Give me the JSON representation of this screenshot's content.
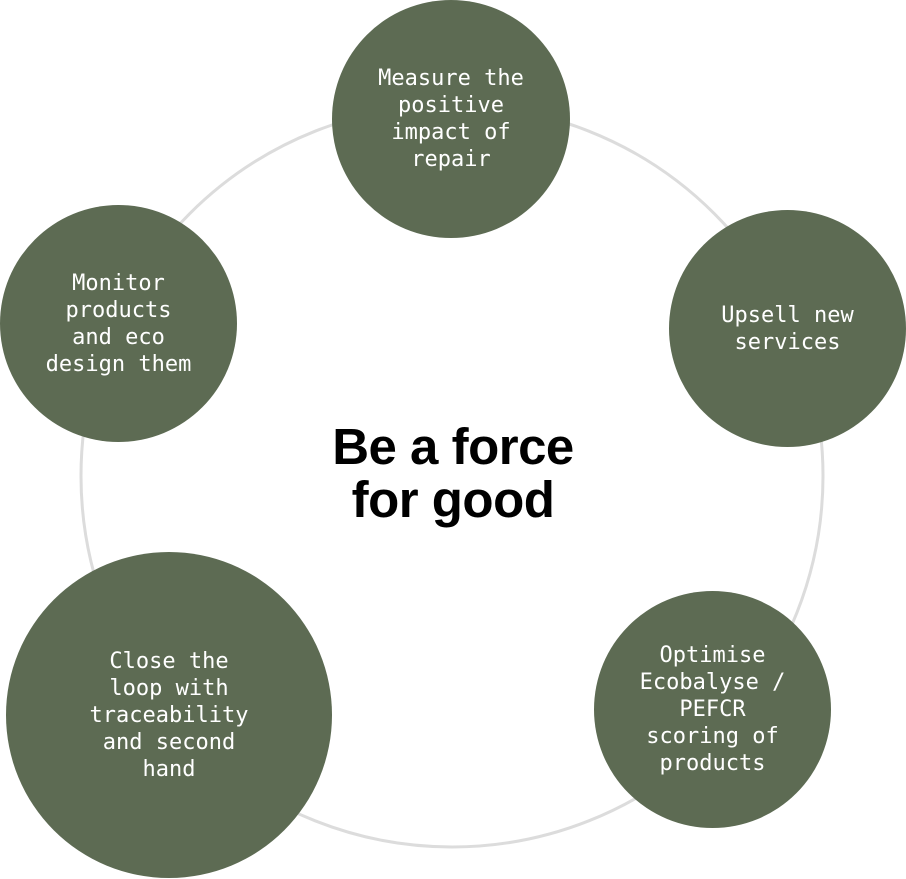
{
  "center": {
    "title": "Be a force\nfor good"
  },
  "nodes": [
    {
      "label": "Measure the\npositive\nimpact of\nrepair"
    },
    {
      "label": "Upsell new\nservices"
    },
    {
      "label": "Optimise\nEcobalyse /\nPEFCR\nscoring of\nproducts"
    },
    {
      "label": "Close the\nloop with\ntraceability\nand second\nhand"
    },
    {
      "label": "Monitor\nproducts\nand eco\ndesign them"
    }
  ],
  "colors": {
    "node_fill": "#5d6b53",
    "ring_stroke": "#dcdcdc",
    "node_text": "#ffffff",
    "title_text": "#000000"
  }
}
